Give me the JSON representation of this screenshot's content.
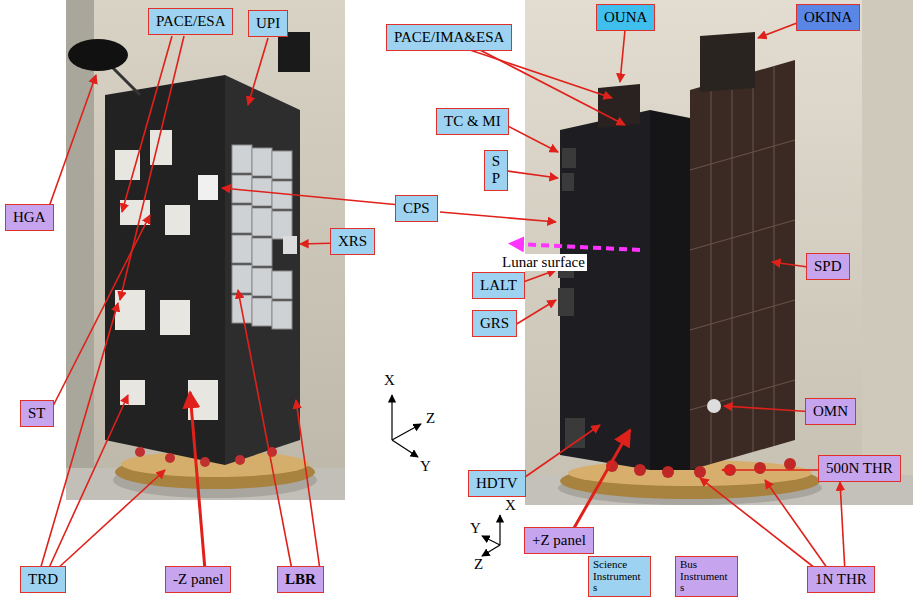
{
  "diagram": {
    "nodes": [
      {
        "text": [
          "PACE/ESA"
        ]
      },
      {
        "text": [
          "UPI"
        ]
      },
      {
        "text": [
          "HGA"
        ]
      },
      {
        "text": [
          "CPS"
        ]
      },
      {
        "text": [
          "XRS"
        ]
      },
      {
        "text": [
          "ST"
        ]
      },
      {
        "text": [
          "TRD"
        ]
      },
      {
        "text": [
          "-Z panel"
        ]
      },
      {
        "text": [
          "LBR"
        ]
      },
      {
        "text": [
          "PACE/IMA&ESA"
        ]
      },
      {
        "text": [
          "OUNA"
        ]
      },
      {
        "text": [
          "OKINA"
        ]
      },
      {
        "text": [
          "TC & MI"
        ]
      },
      {
        "text": [
          "S P"
        ]
      },
      {
        "text": [
          "LALT"
        ]
      },
      {
        "text": [
          "GRS"
        ]
      },
      {
        "text": [
          "SPD"
        ]
      },
      {
        "text": [
          "OMN"
        ]
      },
      {
        "text": [
          "HDTV"
        ]
      },
      {
        "text": [
          "500N THR"
        ]
      },
      {
        "text": [
          "+Z panel"
        ]
      },
      {
        "text": [
          "1N THR"
        ]
      }
    ],
    "labels": [
      "Lunar surface",
      "X",
      "Z",
      "Y",
      "Y",
      "X",
      "Z"
    ],
    "legend": [
      {
        "text": "Science Instrument s",
        "color": "#9dd3f0"
      },
      {
        "text": "Bus Instrument s",
        "color": "#c6a4ee"
      }
    ]
  }
}
